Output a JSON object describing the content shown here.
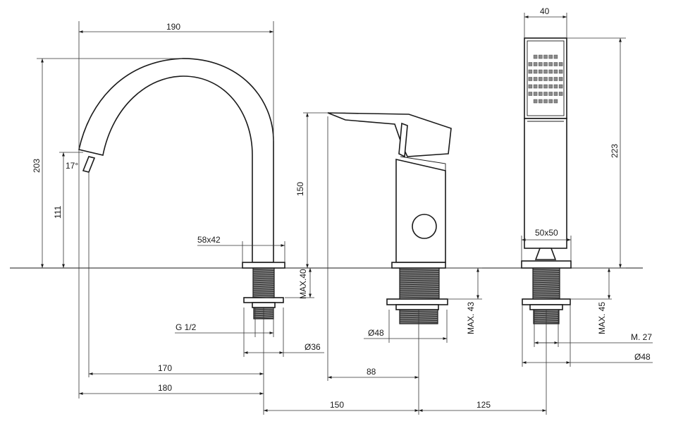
{
  "dimensions": {
    "spout_width": "190",
    "spout_height": "203",
    "outlet_height": "111",
    "outlet_angle": "17°",
    "spout_base": "58x42",
    "spout_thread": "G 1/2",
    "spout_hole": "Ø36",
    "spout_reach_170": "170",
    "spout_reach_180": "180",
    "mixer_height": "150",
    "deck_max_40": "MAX.40",
    "mixer_hole": "Ø48",
    "deck_max_43": "MAX. 43",
    "lever_offset": "88",
    "spacing_150": "150",
    "spacing_125": "125",
    "shower_width": "40",
    "shower_height": "223",
    "shower_base": "50x50",
    "deck_max_45": "MAX. 45",
    "shower_thread": "M. 27",
    "shower_hole": "Ø48"
  }
}
